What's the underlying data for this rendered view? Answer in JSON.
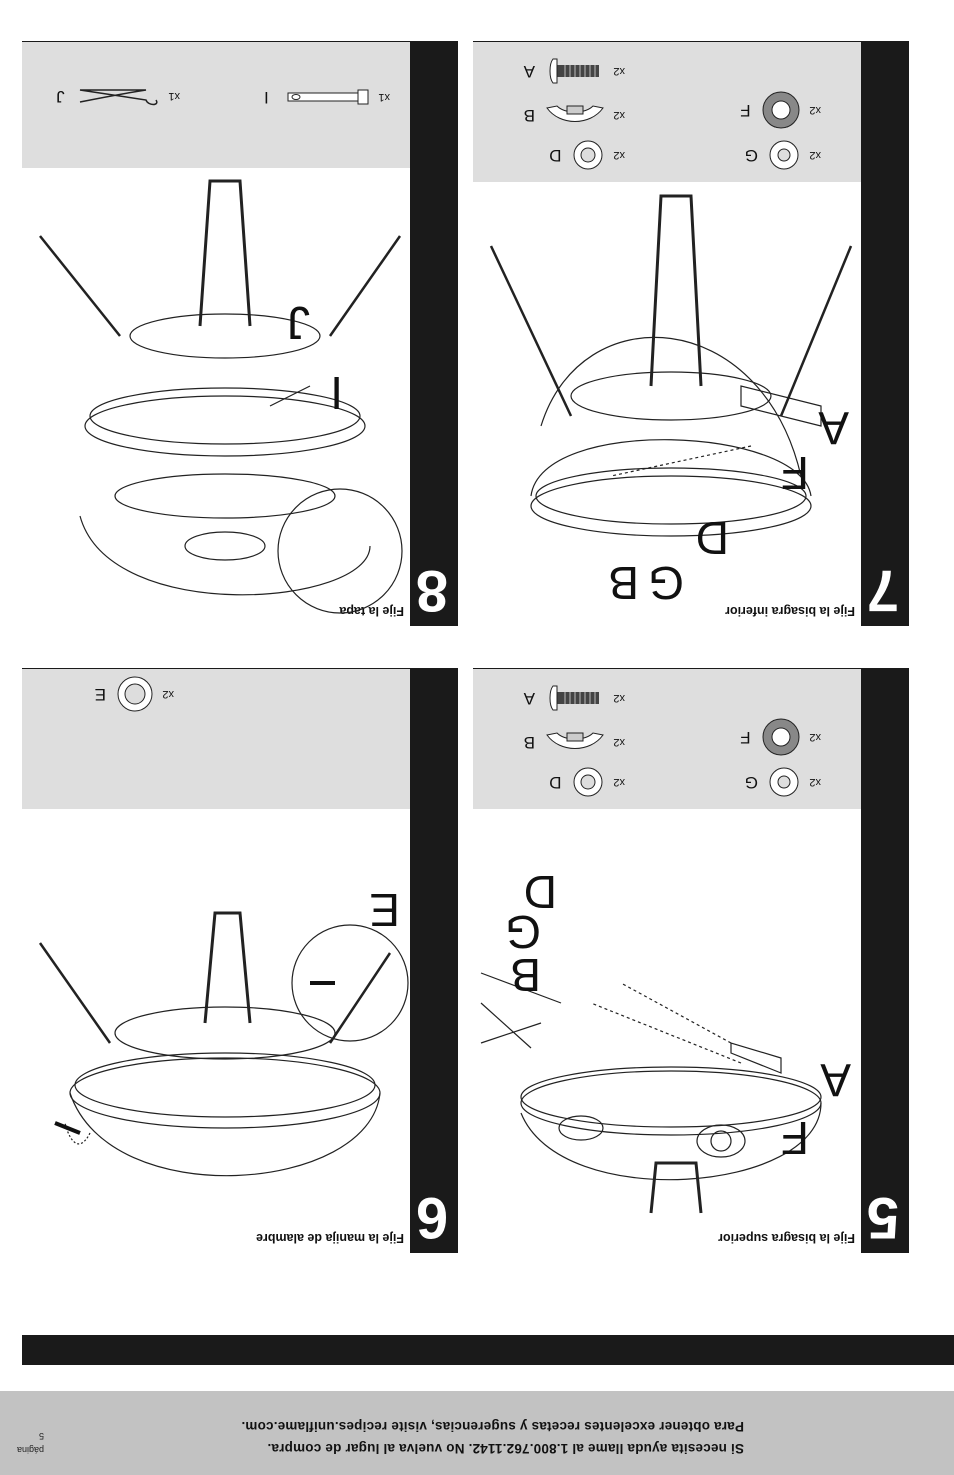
{
  "footer": {
    "help_line1": "Si necesita ayuda llame al 1.800.762.1142. No vuelva al lugar de compra.",
    "help_line2": "Para obtener excelentes recetas y sugerencias, visite recipes.uniflame.com.",
    "page_label": "página",
    "page_number": "5"
  },
  "steps": [
    {
      "number": "5",
      "title": "Fije la bisagra superior",
      "callouts": [
        "A",
        "B",
        "D",
        "F",
        "G"
      ],
      "parts": [
        {
          "letter": "A",
          "qty": "x2",
          "icon": "screw-icon"
        },
        {
          "letter": "B",
          "qty": "x2",
          "icon": "wing-nut-icon"
        },
        {
          "letter": "D",
          "qty": "x2",
          "icon": "washer-icon"
        },
        {
          "letter": "F",
          "qty": "x2",
          "icon": "large-washer-icon"
        },
        {
          "letter": "G",
          "qty": "x2",
          "icon": "lock-washer-icon"
        }
      ]
    },
    {
      "number": "6",
      "title": "Fije la manija de alambre",
      "callouts": [
        "E"
      ],
      "parts": [
        {
          "letter": "E",
          "qty": "x2",
          "icon": "washer-icon"
        }
      ]
    },
    {
      "number": "7",
      "title": "Fije la bisagra inferior",
      "callouts": [
        "A",
        "B",
        "D",
        "F",
        "G"
      ],
      "parts": [
        {
          "letter": "A",
          "qty": "x2",
          "icon": "screw-icon"
        },
        {
          "letter": "B",
          "qty": "x2",
          "icon": "wing-nut-icon"
        },
        {
          "letter": "D",
          "qty": "x2",
          "icon": "washer-icon"
        },
        {
          "letter": "F",
          "qty": "x2",
          "icon": "large-washer-icon"
        },
        {
          "letter": "G",
          "qty": "x2",
          "icon": "lock-washer-icon"
        }
      ]
    },
    {
      "number": "8",
      "title": "Fije la tapa",
      "callouts": [
        "I",
        "J"
      ],
      "parts": [
        {
          "letter": "I",
          "qty": "x1",
          "icon": "hinge-pin-icon"
        },
        {
          "letter": "J",
          "qty": "x1",
          "icon": "hair-pin-clip-icon"
        }
      ]
    }
  ]
}
